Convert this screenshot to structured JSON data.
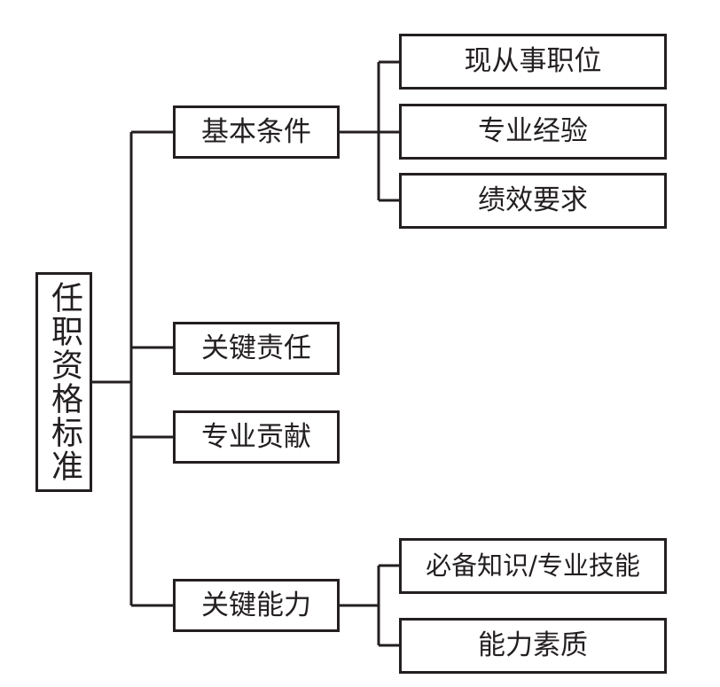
{
  "diagram": {
    "root": {
      "label": "任职资格标准"
    },
    "branches": [
      {
        "label": "基本条件",
        "children": [
          "现从事职位",
          "专业经验",
          "绩效要求"
        ]
      },
      {
        "label": "关键责任",
        "children": []
      },
      {
        "label": "专业贡献",
        "children": []
      },
      {
        "label": "关键能力",
        "children": [
          "必备知识/专业技能",
          "能力素质"
        ]
      }
    ]
  },
  "colors": {
    "line": "#231f20",
    "background": "#ffffff"
  }
}
